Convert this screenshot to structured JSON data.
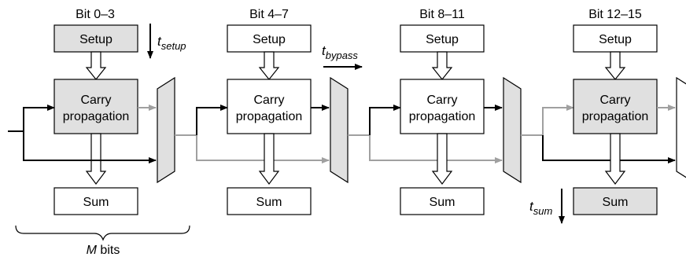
{
  "stages": [
    {
      "bits": "Bit 0–3",
      "setup": "Setup",
      "carry_line1": "Carry",
      "carry_line2": "propagation",
      "sum": "Sum"
    },
    {
      "bits": "Bit 4–7",
      "setup": "Setup",
      "carry_line1": "Carry",
      "carry_line2": "propagation",
      "sum": "Sum"
    },
    {
      "bits": "Bit 8–11",
      "setup": "Setup",
      "carry_line1": "Carry",
      "carry_line2": "propagation",
      "sum": "Sum"
    },
    {
      "bits": "Bit 12–15",
      "setup": "Setup",
      "carry_line1": "Carry",
      "carry_line2": "propagation",
      "sum": "Sum"
    }
  ],
  "annotations": {
    "t_setup": {
      "main": "t",
      "sub": "setup"
    },
    "t_bypass": {
      "main": "t",
      "sub": "bypass"
    },
    "t_sum": {
      "main": "t",
      "sub": "sum"
    },
    "m_bits_var": "M",
    "m_bits_text": " bits"
  },
  "colors": {
    "highlight_fill": "#e0e0e0",
    "plain_fill": "#ffffff",
    "stroke": "#000000",
    "bypass_line": "#a0a0a0"
  }
}
